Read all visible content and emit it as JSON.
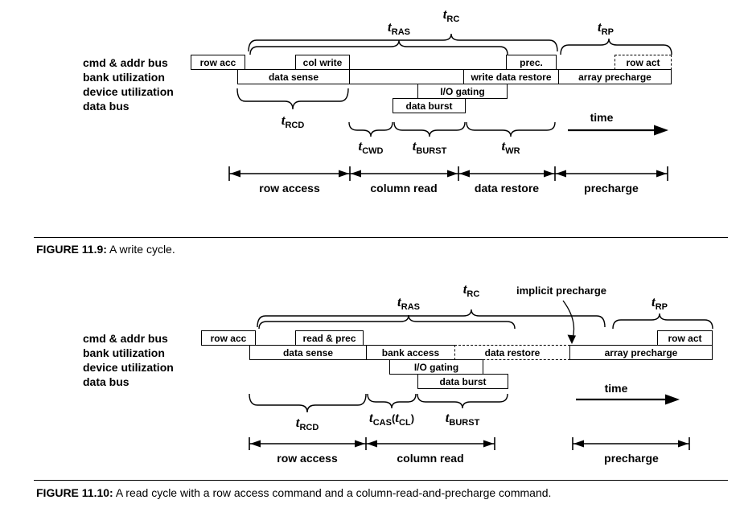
{
  "fig_write": {
    "bus_labels": [
      "cmd & addr bus",
      "bank utilization",
      "device utilization",
      "data bus"
    ],
    "boxes": {
      "row_acc": "row acc",
      "col_write": "col write",
      "prec": "prec.",
      "row_act": "row act",
      "data_sense": "data sense",
      "write_data_restore": "write data restore",
      "array_precharge": "array precharge",
      "io_gating": "I/O gating",
      "data_burst": "data burst"
    },
    "timings": {
      "rc": {
        "sym": "t",
        "sub": "RC"
      },
      "ras": {
        "sym": "t",
        "sub": "RAS"
      },
      "rp": {
        "sym": "t",
        "sub": "RP"
      },
      "rcd": {
        "sym": "t",
        "sub": "RCD"
      },
      "cwd": {
        "sym": "t",
        "sub": "CWD"
      },
      "burst": {
        "sym": "t",
        "sub": "BURST"
      },
      "wr": {
        "sym": "t",
        "sub": "WR"
      }
    },
    "time_label": "time",
    "phases": [
      "row access",
      "column read",
      "data restore",
      "precharge"
    ],
    "caption": {
      "label": "FIGURE 11.9:",
      "text": "A write cycle."
    }
  },
  "fig_read": {
    "bus_labels": [
      "cmd & addr bus",
      "bank utilization",
      "device utilization",
      "data bus"
    ],
    "boxes": {
      "row_acc": "row acc",
      "read_prec": "read & prec",
      "row_act": "row act",
      "data_sense": "data sense",
      "bank_access": "bank access",
      "data_restore": "data restore",
      "array_precharge": "array precharge",
      "io_gating": "I/O gating",
      "data_burst": "data burst"
    },
    "timings": {
      "rc": {
        "sym": "t",
        "sub": "RC"
      },
      "ras": {
        "sym": "t",
        "sub": "RAS"
      },
      "rp": {
        "sym": "t",
        "sub": "RP"
      },
      "rcd": {
        "sym": "t",
        "sub": "RCD"
      },
      "cas": {
        "sym": "t",
        "sub": "CAS",
        "open": "(",
        "sym2": "t",
        "sub2": "CL",
        "close": ")"
      },
      "burst": {
        "sym": "t",
        "sub": "BURST"
      }
    },
    "annotations": {
      "implicit_precharge": "implicit precharge"
    },
    "time_label": "time",
    "phases": [
      "row access",
      "column read",
      "precharge"
    ],
    "caption": {
      "label": "FIGURE 11.10:",
      "text": "A read cycle with a row access command and a column-read-and-precharge command."
    }
  }
}
